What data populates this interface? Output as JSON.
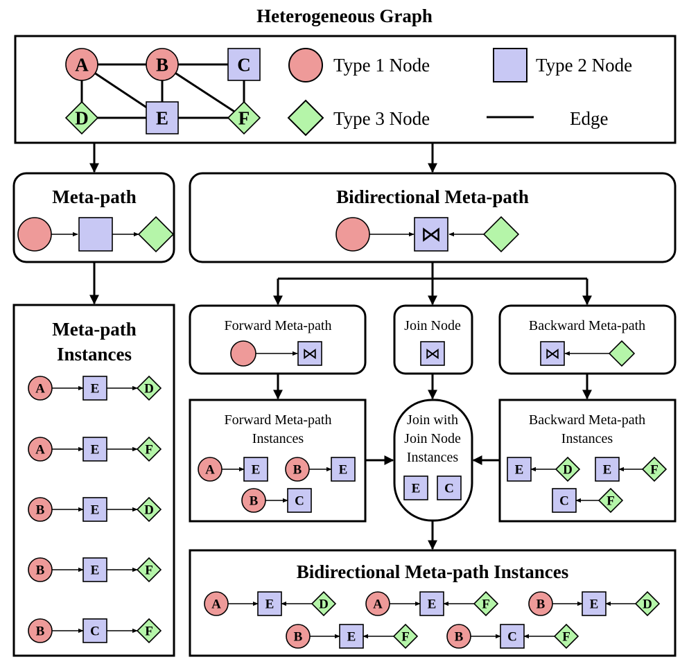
{
  "title": "Heterogeneous Graph",
  "colors": {
    "type1": "#ee9a99",
    "type2": "#c8c8f4",
    "type3": "#b5f5a9",
    "stroke": "#000000"
  },
  "legend": {
    "type1": "Type 1 Node",
    "type2": "Type 2 Node",
    "type3": "Type 3 Node",
    "edge": "Edge"
  },
  "graph": {
    "nodes": [
      {
        "id": "A",
        "type": 1
      },
      {
        "id": "B",
        "type": 1
      },
      {
        "id": "C",
        "type": 2
      },
      {
        "id": "D",
        "type": 3
      },
      {
        "id": "E",
        "type": 2
      },
      {
        "id": "F",
        "type": 3
      }
    ],
    "edges": [
      [
        "A",
        "B"
      ],
      [
        "B",
        "C"
      ],
      [
        "A",
        "D"
      ],
      [
        "A",
        "E"
      ],
      [
        "B",
        "E"
      ],
      [
        "B",
        "F"
      ],
      [
        "C",
        "F"
      ],
      [
        "D",
        "E"
      ],
      [
        "E",
        "F"
      ]
    ]
  },
  "metapath": {
    "title": "Meta-path"
  },
  "metapath_instances": {
    "title_line1": "Meta-path",
    "title_line2": "Instances",
    "instances": [
      [
        "A",
        "E",
        "D"
      ],
      [
        "A",
        "E",
        "F"
      ],
      [
        "B",
        "E",
        "D"
      ],
      [
        "B",
        "E",
        "F"
      ],
      [
        "B",
        "C",
        "F"
      ]
    ]
  },
  "bidirectional": {
    "title": "Bidirectional Meta-path",
    "join_symbol": "⋈"
  },
  "forward": {
    "title": "Forward Meta-path",
    "inst_line1": "Forward Meta-path",
    "inst_line2": "Instances",
    "instances": [
      [
        "A",
        "E"
      ],
      [
        "B",
        "E"
      ],
      [
        "B",
        "C"
      ]
    ]
  },
  "join": {
    "title": "Join Node",
    "with_line1": "Join with",
    "with_line2": "Join Node",
    "with_line3": "Instances",
    "nodes": [
      "E",
      "C"
    ]
  },
  "backward": {
    "title": "Backward Meta-path",
    "inst_line1": "Backward Meta-path",
    "inst_line2": "Instances",
    "instances": [
      [
        "E",
        "D"
      ],
      [
        "E",
        "F"
      ],
      [
        "C",
        "F"
      ]
    ]
  },
  "bidirectional_instances": {
    "title": "Bidirectional Meta-path Instances",
    "instances": [
      [
        "A",
        "E",
        "D"
      ],
      [
        "A",
        "E",
        "F"
      ],
      [
        "B",
        "E",
        "D"
      ],
      [
        "B",
        "E",
        "F"
      ],
      [
        "B",
        "C",
        "F"
      ]
    ]
  }
}
